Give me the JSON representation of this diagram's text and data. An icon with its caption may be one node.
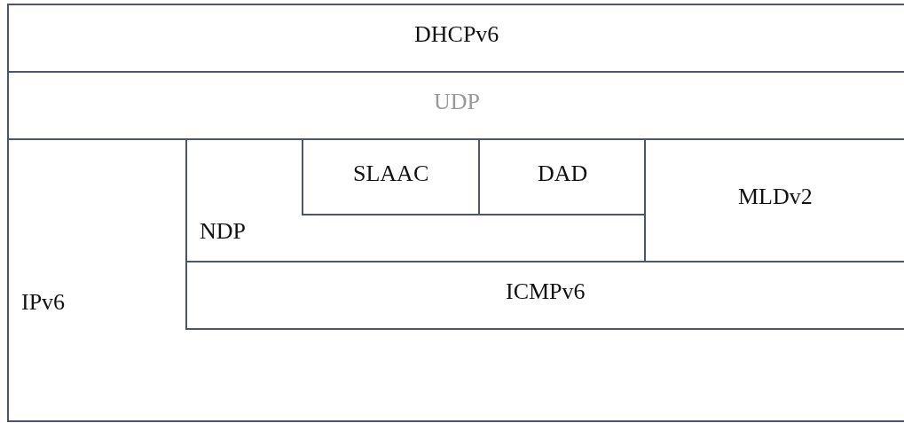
{
  "diagram": {
    "nodes": [
      {
        "text": [
          "DHCPv6"
        ]
      },
      {
        "text": [
          "UDP"
        ]
      },
      {
        "text": [
          "IPv6"
        ]
      },
      {
        "text": [
          "NDP"
        ],
        "in": 2
      },
      {
        "text": [
          "SLAAC"
        ],
        "in": 3
      },
      {
        "text": [
          "DAD"
        ],
        "in": 3
      },
      {
        "text": [
          "MLDv2"
        ],
        "in": 2
      },
      {
        "text": [
          "ICMPv6"
        ],
        "in": 2
      }
    ]
  }
}
